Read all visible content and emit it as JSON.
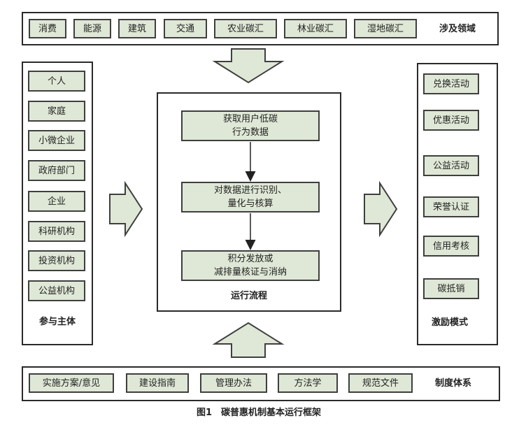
{
  "top_domains": {
    "items": [
      "消费",
      "能源",
      "建筑",
      "交通",
      "农业碳汇",
      "林业碳汇",
      "湿地碳汇"
    ],
    "label": "涉及领域"
  },
  "participants": {
    "items": [
      "个人",
      "家庭",
      "小微企业",
      "政府部门",
      "企业",
      "科研机构",
      "投资机构",
      "公益机构"
    ],
    "label": "参与主体"
  },
  "process": {
    "steps": [
      "获取用户低碳\n行为数据",
      "对数据进行识别、\n量化与核算",
      "积分发放或\n减排量核证与消纳"
    ],
    "label": "运行流程"
  },
  "incentives": {
    "items": [
      "兑换活动",
      "优惠活动",
      "公益活动",
      "荣誉认证",
      "信用考核",
      "碳抵销"
    ],
    "label": "激励模式"
  },
  "institutions": {
    "items": [
      "实施方案/意见",
      "建设指南",
      "管理办法",
      "方法学",
      "规范文件"
    ],
    "label": "制度体系"
  },
  "caption": "图1　碳普惠机制基本运行框架",
  "colors": {
    "box_fill": "#dfe8d6",
    "border": "#3f3f3f"
  }
}
